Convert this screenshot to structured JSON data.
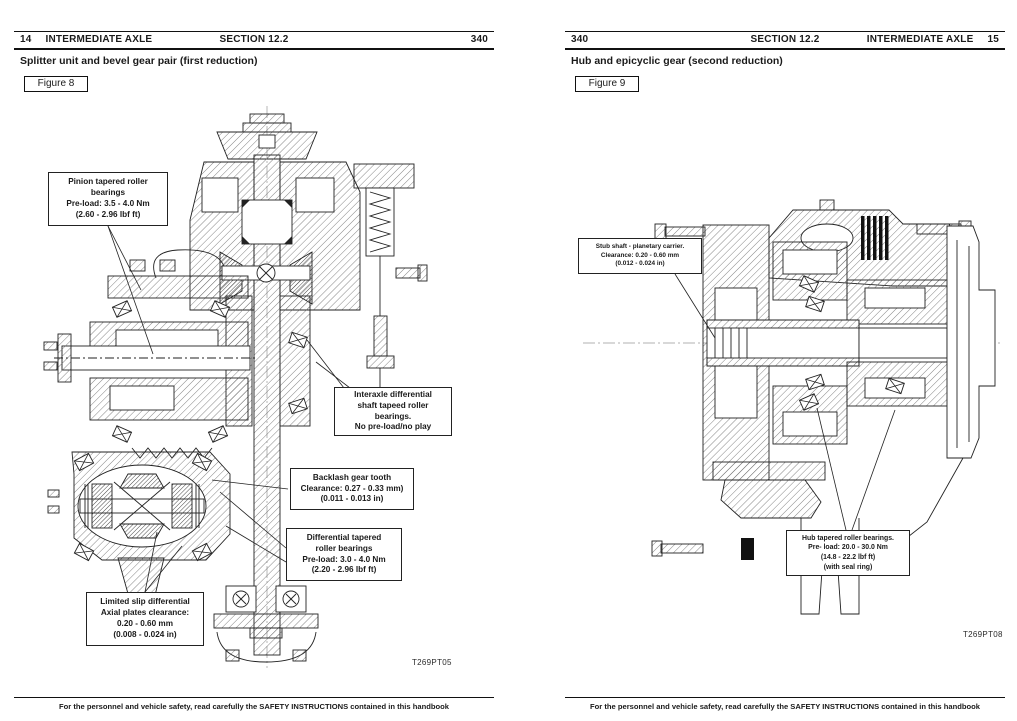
{
  "footer_note": "For the personnel and vehicle safety, read carefully the SAFETY INSTRUCTIONS contained in this handbook",
  "left_page": {
    "header": {
      "page_num": "14",
      "title": "INTERMEDIATE AXLE",
      "section": "SECTION 12.2",
      "ref": "340"
    },
    "subtitle": "Splitter unit and bevel gear pair (first reduction)",
    "figure_label": "Figure 8",
    "figure_code": "T269PT05",
    "callouts": {
      "pinion": "Pinion tapered roller\nbearings\nPre-load: 3.5 - 4.0 Nm\n(2.60 - 2.96 lbf ft)",
      "interaxle": "Interaxle differential\nshaft tapeed roller\nbearings.\nNo pre-load/no play",
      "backlash": "Backlash gear tooth\nClearance: 0.27 - 0.33 mm)\n(0.011 - 0.013 in)",
      "differential": "Differential tapered\nroller bearings\nPre-load: 3.0 - 4.0 Nm\n(2.20 - 2.96 lbf ft)",
      "limited_slip": "Limited slip differential\nAxial plates clearance:\n0.20 - 0.60 mm\n(0.008 - 0.024 in)"
    }
  },
  "right_page": {
    "header": {
      "ref": "340",
      "section": "SECTION 12.2",
      "title": "INTERMEDIATE AXLE",
      "page_num": "15"
    },
    "subtitle": "Hub and epicyclic gear (second reduction)",
    "figure_label": "Figure 9",
    "figure_code": "T269PT08",
    "callouts": {
      "stub_shaft": "Stub shaft - planetary carrier.\nClearance: 0.20 - 0.60 mm\n(0.012 - 0.024 in)",
      "hub_bearings": "Hub tapered roller bearings.\nPre- load: 20.0 - 30.0 Nm\n(14.8 - 22.2 lbf ft)\n(with seal ring)"
    }
  }
}
